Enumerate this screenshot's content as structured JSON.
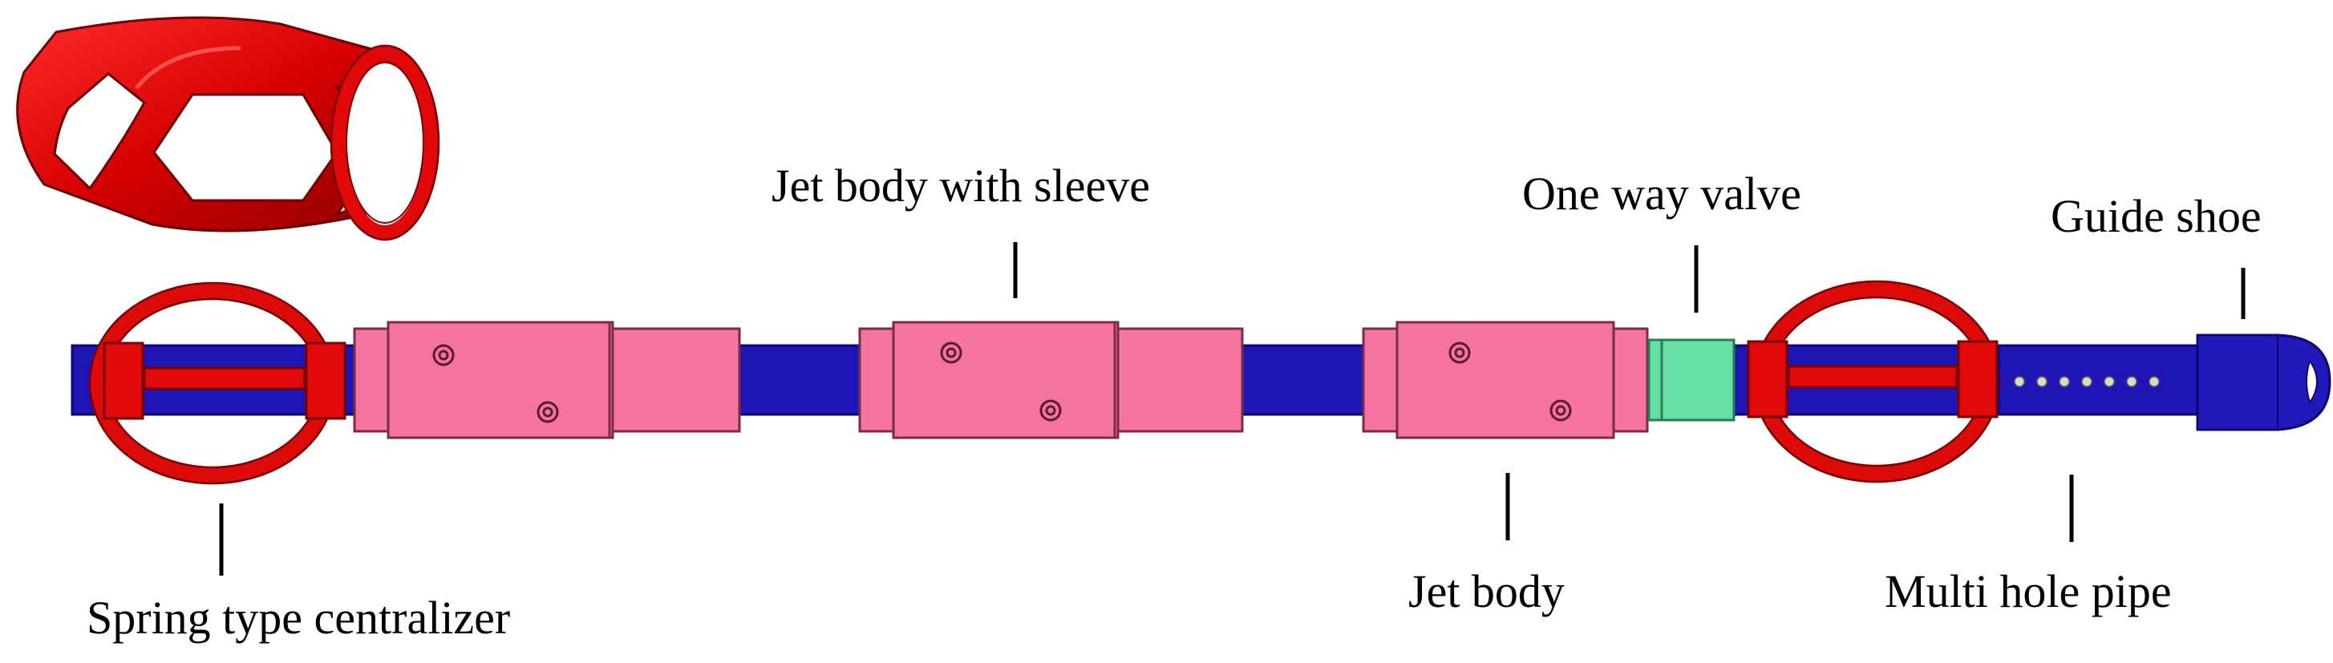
{
  "diagram": {
    "labels": {
      "centralizer": "Spring type centralizer",
      "jet_sleeve": "Jet body with sleeve",
      "valve": "One way valve",
      "guide": "Guide shoe",
      "jet": "Jet body",
      "multi_hole": "Multi hole pipe"
    },
    "colors": {
      "pipe": "#1f14b4",
      "jet_body": "#f4739f",
      "centralizer": "#e00a0a",
      "valve": "#66e0a6",
      "holes": "#d8dcc0"
    }
  }
}
